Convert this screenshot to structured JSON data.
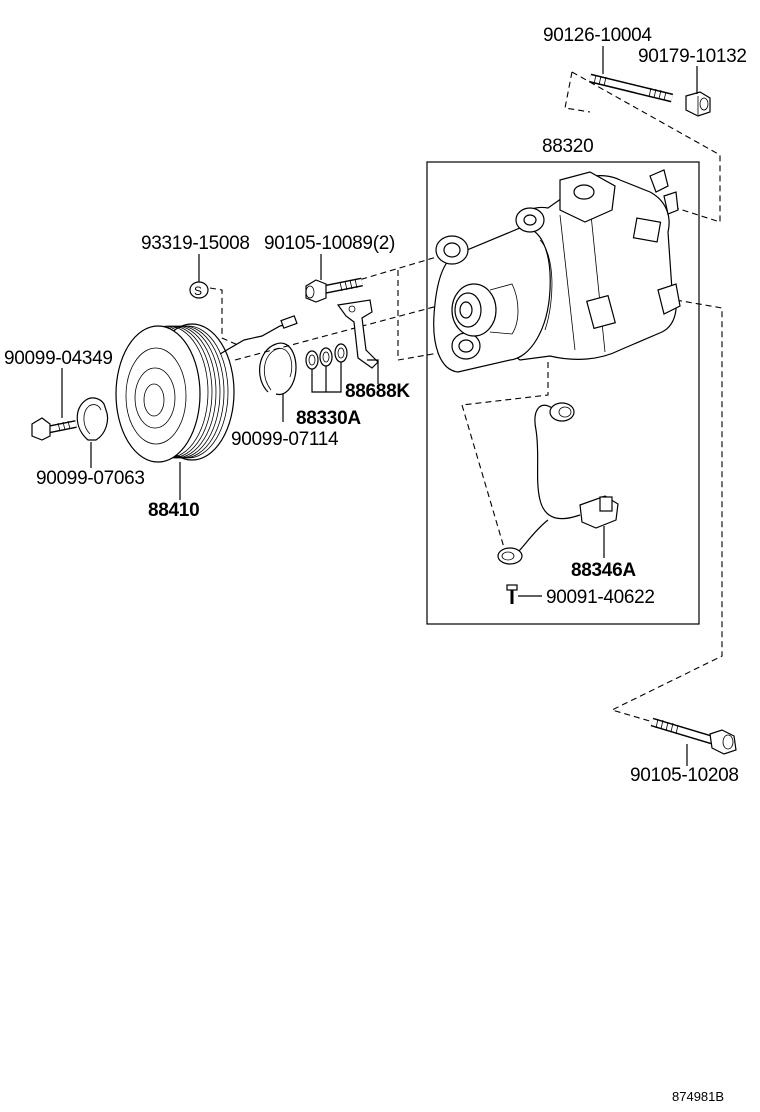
{
  "parts": {
    "stud_bolt": "90126-10004",
    "nut": "90179-10132",
    "compressor_assy": "88320",
    "plug": "93319-15008",
    "bolt_upper": "90105-10089(2)",
    "bolt_clutch": "90099-04349",
    "bracket": "88688K",
    "shim_set": "88330A",
    "snap_ring_outer": "90099-07114",
    "snap_ring_inner": "90099-07063",
    "clutch_pulley": "88410",
    "harness": "88346A",
    "screw": "90091-40622",
    "bolt_lower": "90105-10208"
  },
  "diagram_code": "874981B"
}
